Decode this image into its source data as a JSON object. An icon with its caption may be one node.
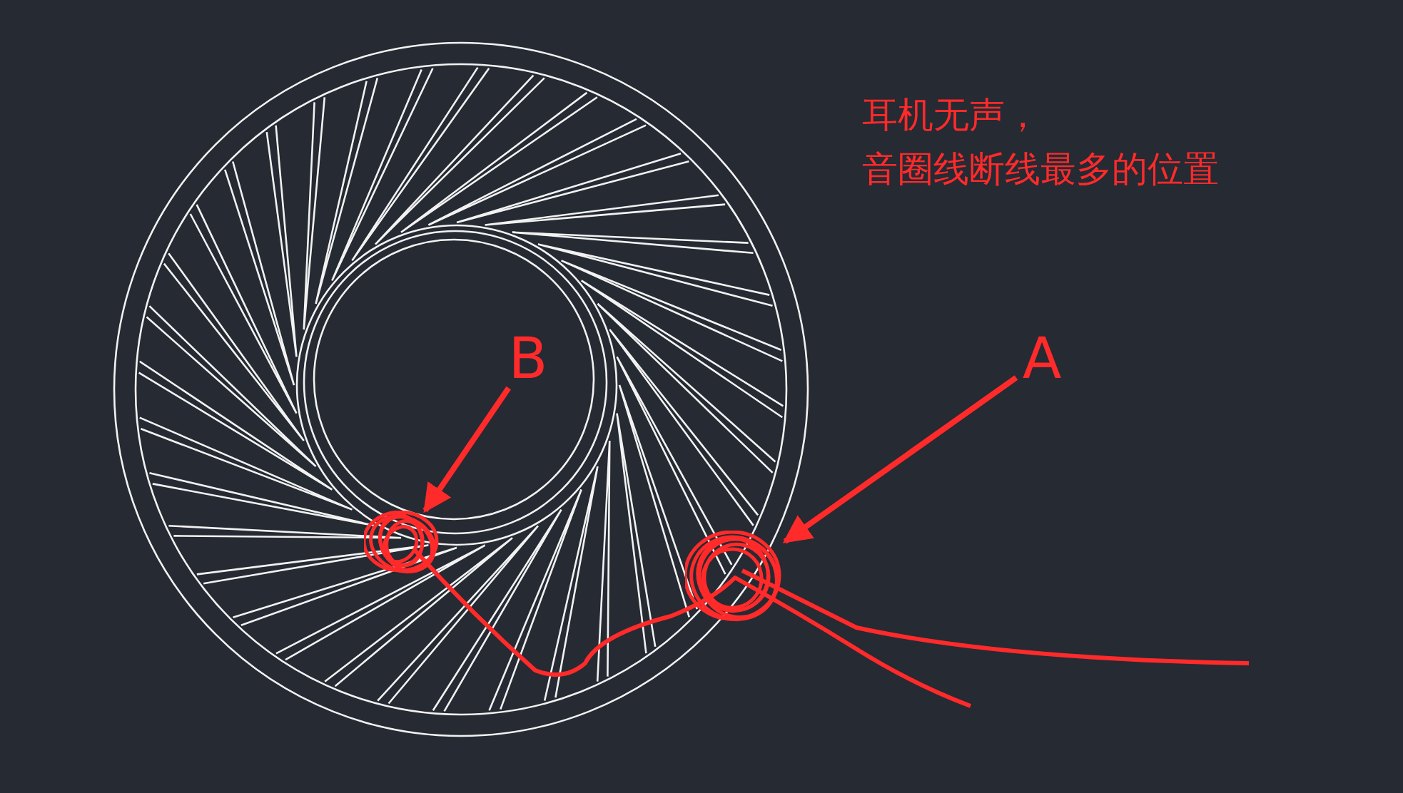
{
  "diagram": {
    "nodes": [
      {
        "text": [
          "B"
        ]
      },
      {
        "text": [],
        "shape": "circle"
      },
      {
        "text": [
          "A"
        ]
      },
      {
        "text": [],
        "shape": "circle"
      }
    ],
    "edges": [
      {
        "from": 0,
        "to": 1,
        "arrow": "to"
      },
      {
        "from": 2,
        "to": 3,
        "arrow": "to"
      }
    ],
    "labels": [
      "耳机无声，音圈线断线最多的位置"
    ]
  }
}
